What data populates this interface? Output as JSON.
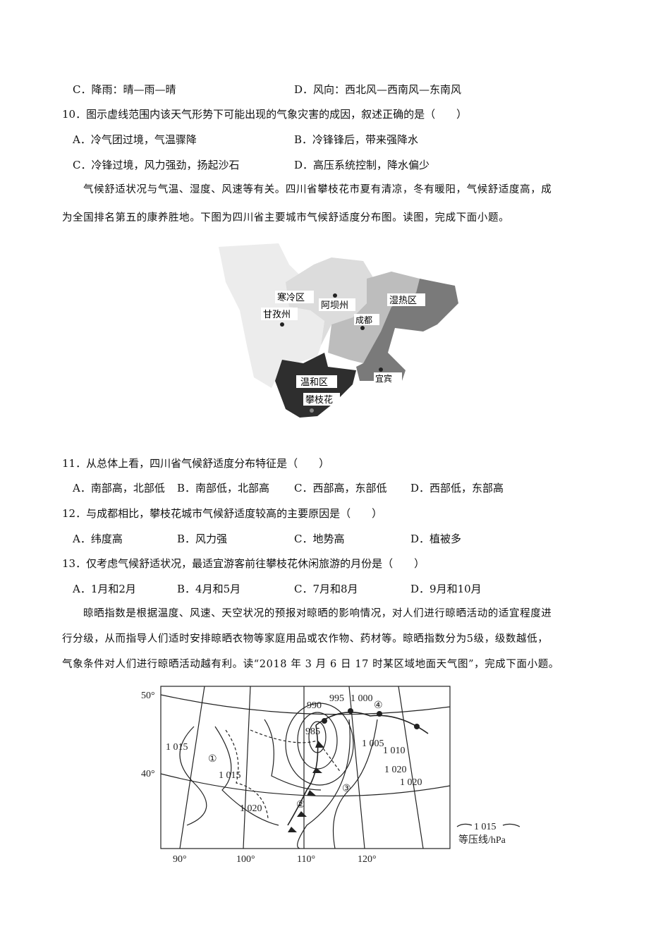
{
  "q9": {
    "optC": "C．降雨：晴—雨—晴",
    "optD": "D．风向：西北风—西南风—东南风"
  },
  "q10": {
    "stem": "10．图示虚线范围内该天气形势下可能出现的气象灾害的成因，叙述正确的是（　　）",
    "optA": "A．冷气团过境，气温骤降",
    "optB": "B．冷锋锋后，带来强降水",
    "optC": "C．冷锋过境，风力强劲，扬起沙石",
    "optD": "D．高压系统控制，降水偏少"
  },
  "passage1": {
    "line1": "气候舒适状况与气温、湿度、风速等有关。四川省攀枝花市夏有清凉，冬有暖阳，气候舒适度高，成",
    "line2": "为全国排名第五的康养胜地。下图为四川省主要城市气候舒适度分布图。读图，完成下面小题。"
  },
  "sichuan_map": {
    "labels": {
      "cold": "寒冷区",
      "ganzi": "甘孜州",
      "aba": "阿坝州",
      "chengdu": "成都",
      "humid": "湿热区",
      "yibin": "宜宾",
      "mild": "温和区",
      "panzhihua": "攀枝花"
    }
  },
  "q11": {
    "stem": "11．从总体上看，四川省气候舒适度分布特征是（　　）",
    "optA": "A．南部高，北部低",
    "optB": "B．南部低，北部高",
    "optC": "C．西部高，东部低",
    "optD": "D．西部低，东部高"
  },
  "q12": {
    "stem": "12．与成都相比，攀枝花城市气候舒适度较高的主要原因是（　　）",
    "optA": "A．纬度高",
    "optB": "B．风力强",
    "optC": "C．地势高",
    "optD": "D．植被多"
  },
  "q13": {
    "stem": "13．仅考虑气候舒适状况，最适宜游客前往攀枝花休闲旅游的月份是（　　）",
    "optA": "A．1月和2月",
    "optB": "B．4月和5月",
    "optC": "C．7月和8月",
    "optD": "D．9月和10月"
  },
  "passage2": {
    "line1": "晾晒指数是根据温度、风速、天空状况的预报对晾晒的影响情况，对人们进行晾晒活动的适宜程度进",
    "line2": "行分级，从而指导人们适时安排晾晒衣物等家庭用品或农作物、药材等。晾晒指数分为5级，级数越低，",
    "line3": "气象条件对人们进行晾晒活动越有利。读“2018 年 3 月 6 日 17 时某区域地面天气图”，完成下面小题。"
  },
  "weather_map": {
    "lat_labels": [
      "50°",
      "40°"
    ],
    "lon_labels": [
      "90°",
      "100°",
      "110°",
      "120°"
    ],
    "isobar_labels": [
      "990",
      "995",
      "1 000",
      "985",
      "1 005",
      "1 010",
      "1 015",
      "1 020",
      "1 020",
      "1 015",
      "1 020"
    ],
    "markers": [
      "①",
      "②",
      "③",
      "④"
    ],
    "legend_value": "1 015",
    "legend_label": "等压线/hPa"
  }
}
